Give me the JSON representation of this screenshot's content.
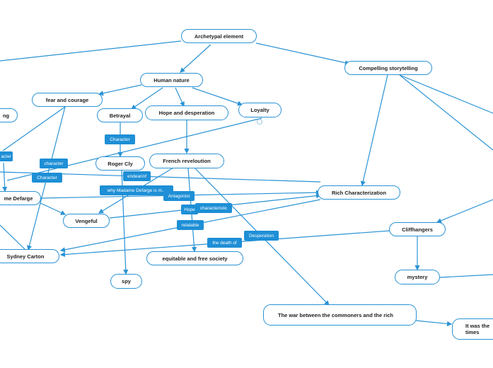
{
  "nodes": {
    "archetypal": "Archetypal element",
    "human_nature": "Human nature",
    "compelling": "Compelling storytelling",
    "fear_courage": "fear and courage",
    "betrayal": "Betrayal",
    "hope_desperation": "Hope and desperation",
    "loyalty": "Loyalty",
    "cut_left": "ng",
    "roger_cly": "Roger Cly",
    "french_revolution": "French reveloution",
    "madame_defarge": "me Defarge",
    "rich_char": "Rich Characterization",
    "vengeful": "Vengeful",
    "cliffhangers": "Cliffhangers",
    "sydney_carton": "Sydney Carton",
    "equitable": "equitable and free society",
    "spy": "spy",
    "mystery": "mystery",
    "war": "The war between the commoners and the rich",
    "it_was": "It was the times"
  },
  "labels": {
    "character_betrayal": "Character",
    "character_left": "acter",
    "character_mid": "character",
    "character_mid2": "Character",
    "endearing": "endearinf",
    "why_defarge": "why Madame Defarge is m...",
    "antagonist": "Antagonist",
    "hope": "Hope",
    "characteristic": "characteristic",
    "relatable": "relatable",
    "desperation": "Desperation",
    "death_of": "the death of"
  },
  "colors": {
    "line": "#2a93d5",
    "label_bg": "#1e8fd6",
    "node_border": "#2a93d5"
  }
}
